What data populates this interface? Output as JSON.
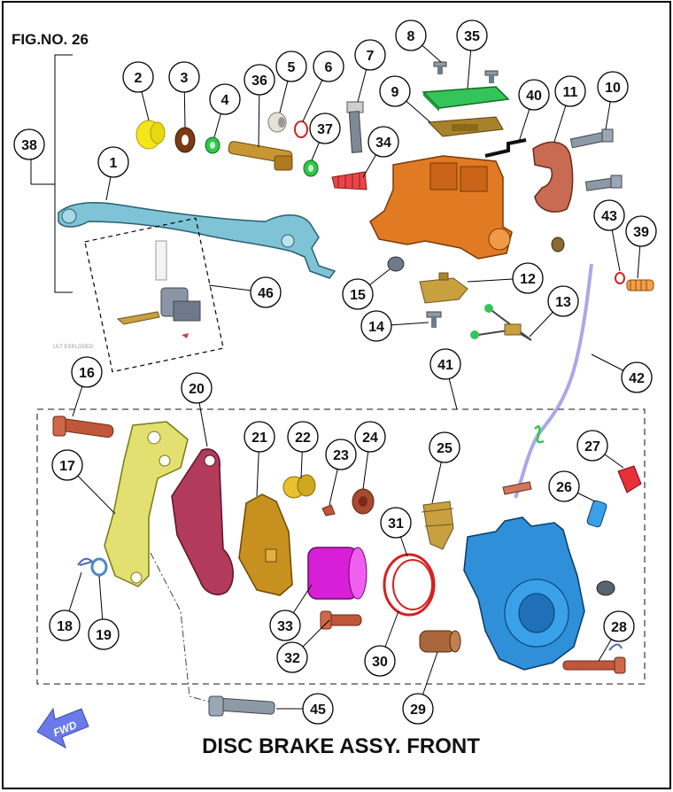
{
  "figure": {
    "fig_no": "FIG.NO. 26",
    "title": "DISC BRAKE ASSY. FRONT",
    "fwd_label": "FWD",
    "small_note": "ULT EXPLODED"
  },
  "callouts": {
    "c1": "1",
    "c2": "2",
    "c3": "3",
    "c4": "4",
    "c5": "5",
    "c6": "6",
    "c7": "7",
    "c8": "8",
    "c9": "9",
    "c10": "10",
    "c11": "11",
    "c12": "12",
    "c13": "13",
    "c14": "14",
    "c15": "15",
    "c16": "16",
    "c17": "17",
    "c18": "18",
    "c19": "19",
    "c20": "20",
    "c21": "21",
    "c22": "22",
    "c23": "23",
    "c24": "24",
    "c25": "25",
    "c26": "26",
    "c27": "27",
    "c28": "28",
    "c29": "29",
    "c30": "30",
    "c31": "31",
    "c32": "32",
    "c33": "33",
    "c34": "34",
    "c35": "35",
    "c36": "36",
    "c37": "37",
    "c38": "38",
    "c39": "39",
    "c40": "40",
    "c41": "41",
    "c42": "42",
    "c43": "43",
    "c45": "45",
    "c46": "46"
  },
  "colors": {
    "lever": "#7fc3d6",
    "master_cylinder": "#e07b24",
    "cap": "#35c45a",
    "caliper": "#2f8fd8",
    "bracket": "#e2e070",
    "pad_plate": "#b23a5a",
    "pad": "#c8901e",
    "piston": "#d81fd8",
    "seal": "#d62020",
    "pin": "#b45a3a"
  }
}
